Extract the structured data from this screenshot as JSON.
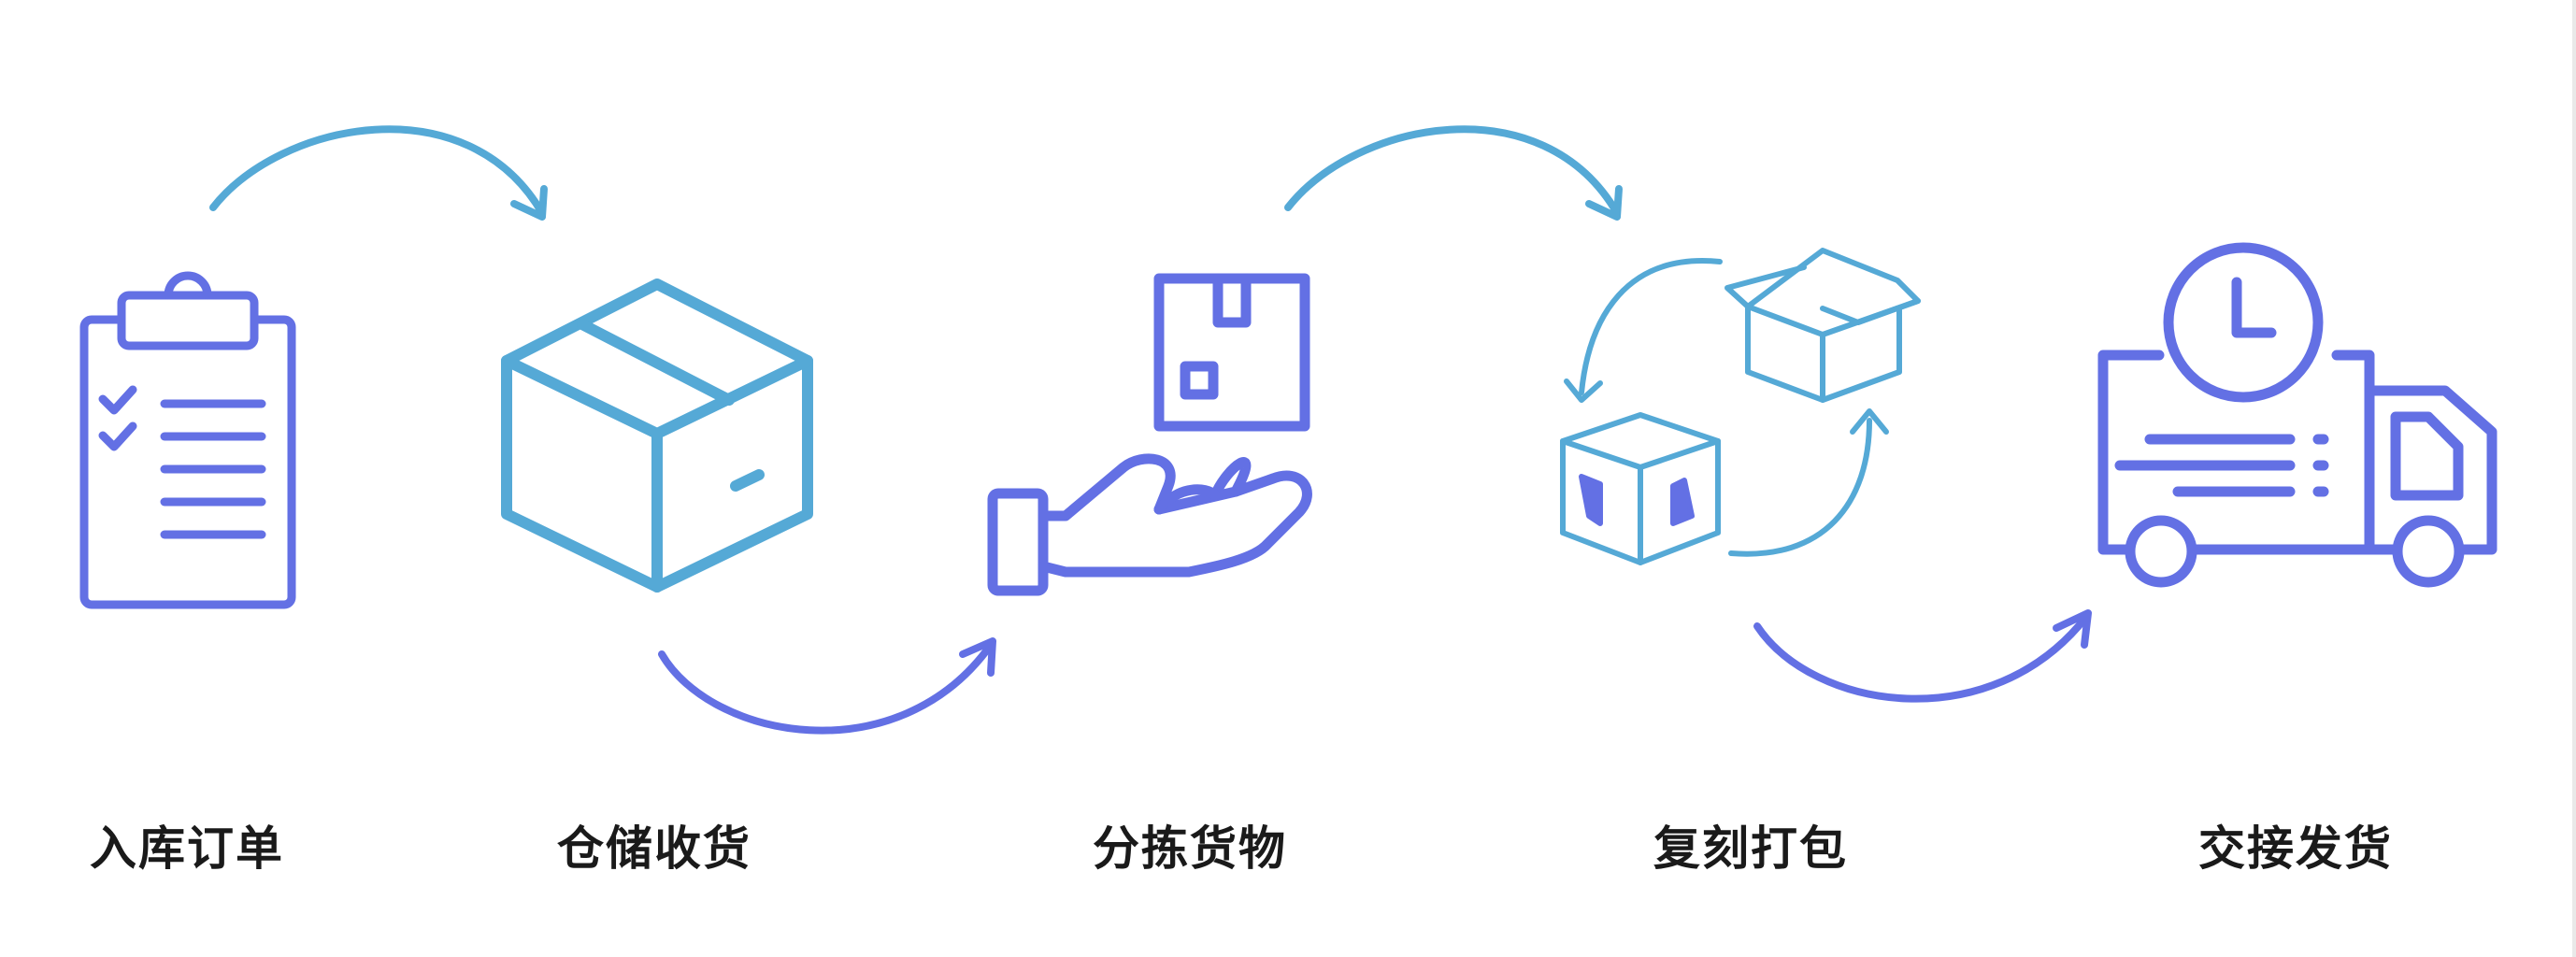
{
  "colors": {
    "accent_blue": "#55a9d6",
    "accent_indigo": "#6370e4",
    "label_text": "#1a1a1a"
  },
  "steps": [
    {
      "label": "入库订单",
      "icon": "clipboard-checklist-icon"
    },
    {
      "label": "仓储收货",
      "icon": "cardboard-box-icon"
    },
    {
      "label": "分拣货物",
      "icon": "hand-holding-box-icon"
    },
    {
      "label": "复刻打包",
      "icon": "boxes-exchange-icon"
    },
    {
      "label": "交接发货",
      "icon": "delivery-truck-clock-icon"
    }
  ]
}
